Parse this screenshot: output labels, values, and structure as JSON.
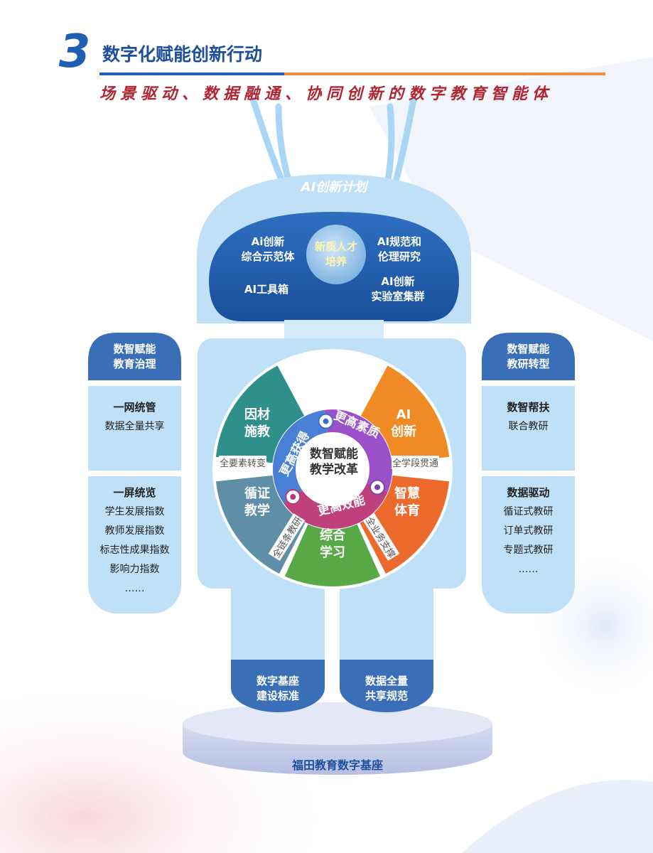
{
  "header": {
    "number": "3",
    "title": "数字化赋能创新行动",
    "subtitle": "场景驱动、数据融通、协同创新的数字教育智能体"
  },
  "head": {
    "label": "AI创新计划",
    "items": [
      {
        "name": "ai-demo",
        "lines": [
          "Ai创新",
          "综合示范体"
        ]
      },
      {
        "name": "ai-ethics",
        "lines": [
          "AI规范和",
          "伦理研究"
        ]
      },
      {
        "name": "ai-toolbox",
        "lines": [
          "AI工具箱"
        ]
      },
      {
        "name": "ai-lab",
        "lines": [
          "AI创新",
          "实验室集群"
        ]
      }
    ],
    "center": [
      "新质人才",
      "培养"
    ]
  },
  "left_arm": {
    "header": [
      "数智赋能",
      "教育治理"
    ],
    "box1_title": "一网统管",
    "box1_items": [
      "数据全量共享"
    ],
    "box2_title": "一屏统览",
    "box2_items": [
      "学生发展指数",
      "教师发展指数",
      "标志性成果指数",
      "影响力指数",
      "……"
    ]
  },
  "right_arm": {
    "header": [
      "数智赋能",
      "教研转型"
    ],
    "box1_title": "数智帮扶",
    "box1_items": [
      "联合教研"
    ],
    "box2_title": "数据驱动",
    "box2_items": [
      "循证式教研",
      "订单式教研",
      "专题式教研",
      "……"
    ]
  },
  "wheel": {
    "center": [
      "数智赋能",
      "教学改革"
    ],
    "segments": [
      {
        "name": "yincaishijiao",
        "lines": [
          "因材",
          "施教"
        ],
        "color": "#2f8f8a"
      },
      {
        "name": "ai-chuangxin",
        "lines": [
          "AI",
          "创新"
        ],
        "color": "#f08a24"
      },
      {
        "name": "xunzheng",
        "lines": [
          "循证",
          "教学"
        ],
        "color": "#5f8fa6"
      },
      {
        "name": "zhihui-tiyu",
        "lines": [
          "智慧",
          "体育"
        ],
        "color": "#ec6a2c"
      },
      {
        "name": "zonghe-xuexi",
        "lines": [
          "综合",
          "学习"
        ],
        "color": "#58a847"
      }
    ],
    "ring": [
      {
        "name": "more-gain",
        "text": "更高获得",
        "color": "#4a7fd6"
      },
      {
        "name": "more-quality",
        "text": "更高素质",
        "color": "#9b4fc9"
      },
      {
        "name": "more-efficiency",
        "text": "更高效能",
        "color": "#c0407e"
      }
    ],
    "gray_labels": {
      "left": "全要素转变",
      "right": "全学段贯通",
      "bottom_left": "全链条教研",
      "bottom_right": "全业务支撑"
    }
  },
  "legs": [
    {
      "name": "leg-left",
      "lines": [
        "数字基座",
        "建设标准"
      ]
    },
    {
      "name": "leg-right",
      "lines": [
        "数据全量",
        "共享规范"
      ]
    }
  ],
  "base_label": "福田教育数字基座",
  "colors": {
    "body_light": "#bfe0f6",
    "dark_blue": "#3a6fb8",
    "head_dark": "#1e58a6"
  }
}
